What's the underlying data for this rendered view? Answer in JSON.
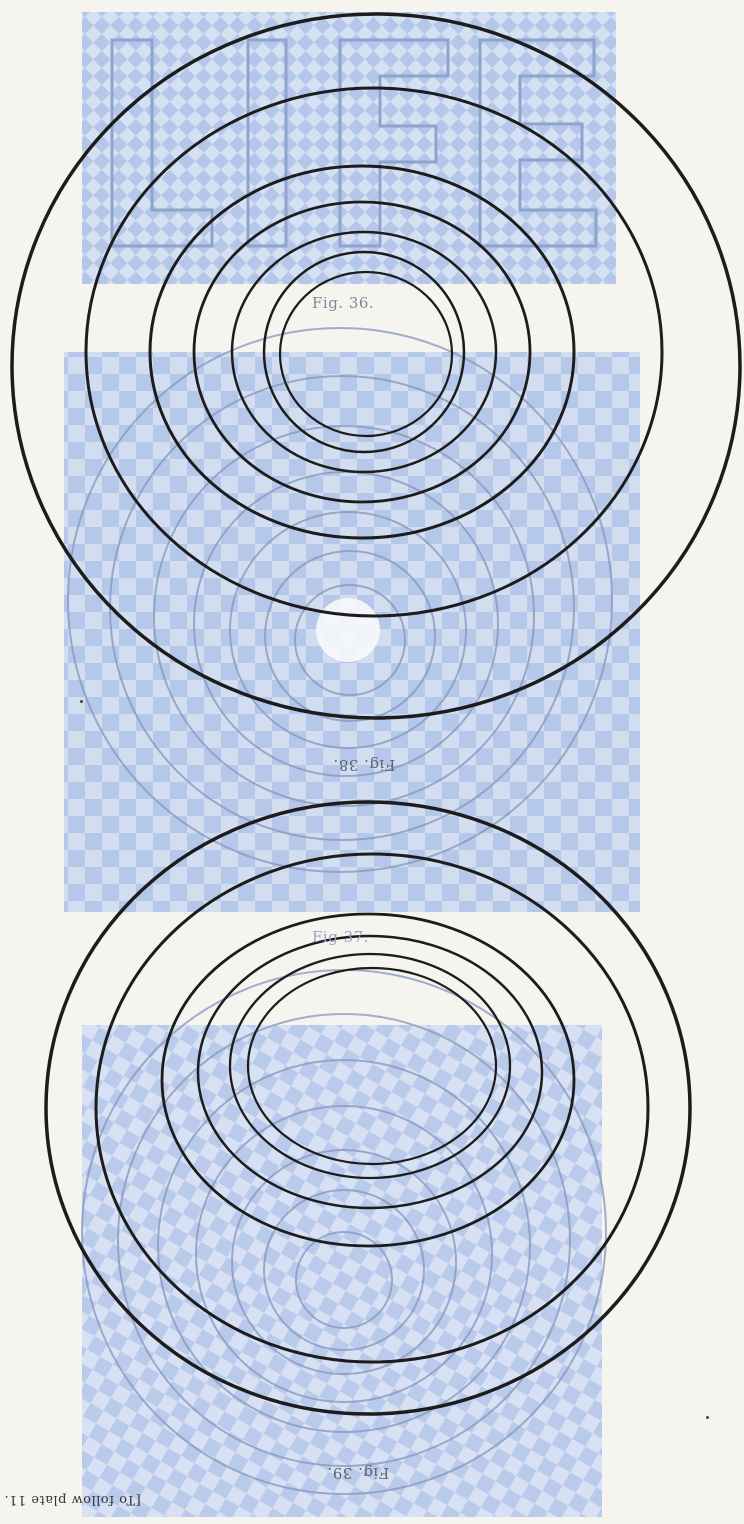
{
  "plate": {
    "title": "LIFE",
    "caption_fig36": "Fig. 36.",
    "caption_fig38": "Fig. 38.",
    "caption_fig37": "Fig 37.",
    "caption_fig39": "Fig. 39.",
    "footer_note": "[To follow plate 11.",
    "colors": {
      "paper": "#f6f4ee",
      "halftone_blue": "#b9cbec",
      "ring_ink": "#1c1c1c",
      "caption_grey": "#7f8899"
    }
  }
}
